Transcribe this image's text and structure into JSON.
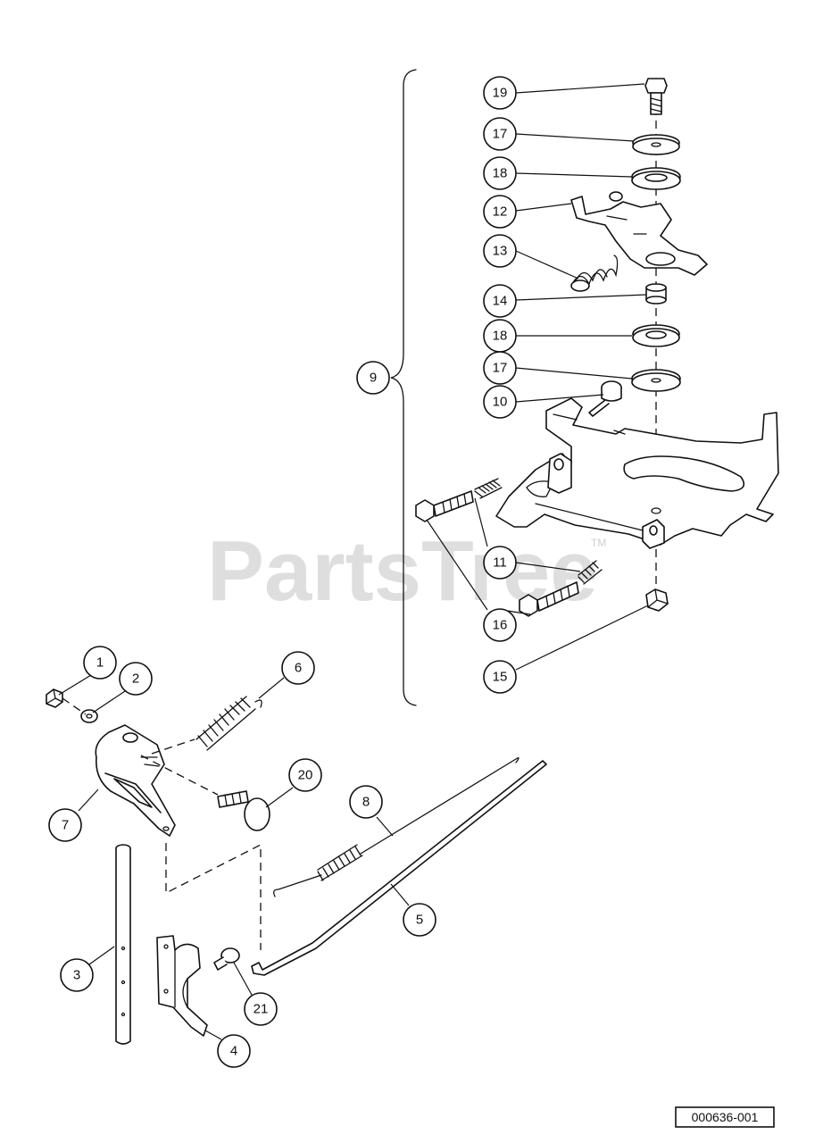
{
  "watermark": {
    "brand": "PartsTree",
    "trademark": "TM"
  },
  "reference_code": "000636-001",
  "callouts": [
    {
      "id": "c19",
      "label": "19"
    },
    {
      "id": "c17a",
      "label": "17"
    },
    {
      "id": "c18a",
      "label": "18"
    },
    {
      "id": "c12",
      "label": "12"
    },
    {
      "id": "c13",
      "label": "13"
    },
    {
      "id": "c14",
      "label": "14"
    },
    {
      "id": "c18b",
      "label": "18"
    },
    {
      "id": "c17b",
      "label": "17"
    },
    {
      "id": "c10",
      "label": "10"
    },
    {
      "id": "c9",
      "label": "9"
    },
    {
      "id": "c11a",
      "label": "11"
    },
    {
      "id": "c16",
      "label": "16"
    },
    {
      "id": "c15",
      "label": "15"
    },
    {
      "id": "c1",
      "label": "1"
    },
    {
      "id": "c2",
      "label": "2"
    },
    {
      "id": "c6",
      "label": "6"
    },
    {
      "id": "c20",
      "label": "20"
    },
    {
      "id": "c7",
      "label": "7"
    },
    {
      "id": "c8",
      "label": "8"
    },
    {
      "id": "c5",
      "label": "5"
    },
    {
      "id": "c3",
      "label": "3"
    },
    {
      "id": "c21",
      "label": "21"
    },
    {
      "id": "c4",
      "label": "4"
    }
  ]
}
